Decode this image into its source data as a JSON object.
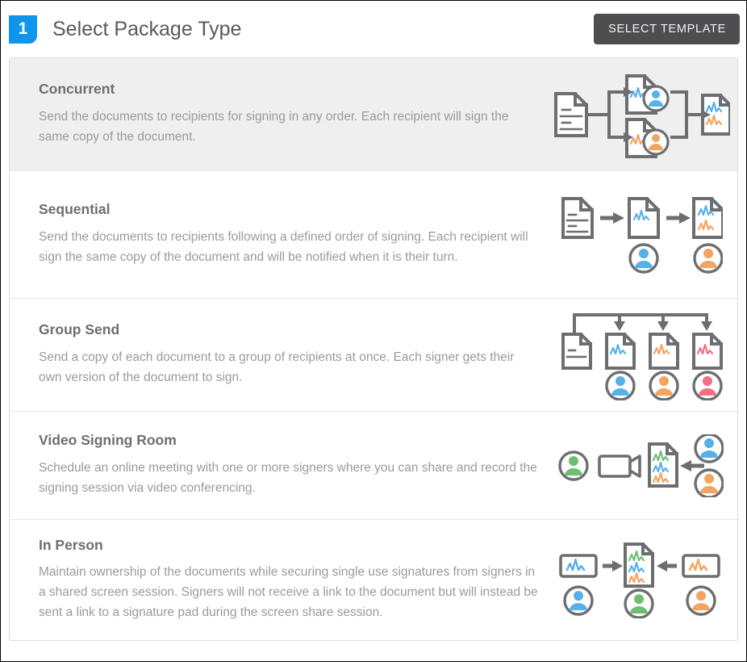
{
  "header": {
    "step_number": "1",
    "title": "Select Package Type",
    "select_template_label": "SELECT TEMPLATE"
  },
  "colors": {
    "badge_blue": "#0d96ec",
    "button_gray": "#4e4e50",
    "title_gray": "#58595b",
    "row_title_gray": "#6d6e71",
    "row_desc_gray": "#9a9b9e",
    "selected_row_bg": "#efefef",
    "card_border": "#dcdcdc",
    "row_divider": "#e6e6e6",
    "icon_outline": "#6d6e71",
    "accent_blue": "#58b0e8",
    "accent_orange": "#f4a461",
    "accent_green": "#6ebe72",
    "accent_red": "#f2707f"
  },
  "packages": [
    {
      "id": "concurrent",
      "title": "Concurrent",
      "description": "Send the documents to recipients for signing in any order. Each recipient will sign the same copy of the document.",
      "selected": true,
      "diagram": "concurrent-diagram"
    },
    {
      "id": "sequential",
      "title": "Sequential",
      "description": "Send the documents to recipients following a defined order of signing. Each recipient will sign the same copy of the document and will be notified when it is their turn.",
      "selected": false,
      "diagram": "sequential-diagram"
    },
    {
      "id": "group-send",
      "title": "Group Send",
      "description": "Send a copy of each document to a group of recipients at once. Each signer gets their own version of the document to sign.",
      "selected": false,
      "diagram": "group-send-diagram"
    },
    {
      "id": "video-signing-room",
      "title": "Video Signing Room",
      "description": "Schedule an online meeting with one or more signers where you can share and record the signing session via video conferencing.",
      "selected": false,
      "diagram": "video-signing-room-diagram"
    },
    {
      "id": "in-person",
      "title": "In Person",
      "description": "Maintain ownership of the documents while securing single use signatures from signers in a shared screen session. Signers will not receive a link to the document but will instead be sent a link to a signature pad during the screen share session.",
      "selected": false,
      "diagram": "in-person-diagram"
    }
  ]
}
